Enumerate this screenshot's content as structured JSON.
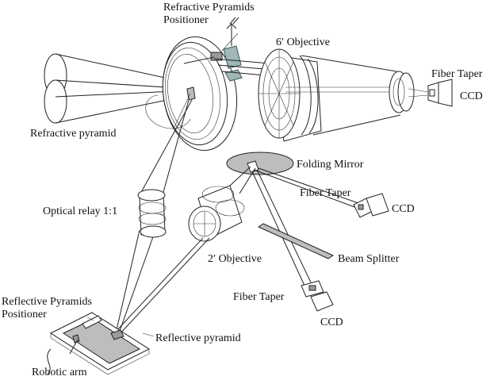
{
  "labels": {
    "refractive_positioner_1": "Refractive Pyramids",
    "refractive_positioner_2": "Positioner",
    "objective_6": "6′ Objective",
    "fiber_taper_top": "Fiber Taper",
    "ccd_top": "CCD",
    "refractive_pyramid": "Refractive pyramid",
    "folding_mirror": "Folding Mirror",
    "fiber_taper_mid": "Fiber Taper",
    "ccd_mid": "CCD",
    "optical_relay": "Optical relay 1:1",
    "objective_2": "2′ Objective",
    "beam_splitter": "Beam Splitter",
    "reflective_positioner_1": "Reflective Pyramids",
    "reflective_positioner_2": "Positioner",
    "fiber_taper_bottom": "Fiber Taper",
    "ccd_bottom": "CCD",
    "reflective_pyramid": "Reflective pyramid",
    "robotic_arm": "Robotic arm"
  },
  "colors": {
    "line": "#222222",
    "grey_fill": "#bdbdbd",
    "positioner_fill": "#9fb7b7"
  }
}
